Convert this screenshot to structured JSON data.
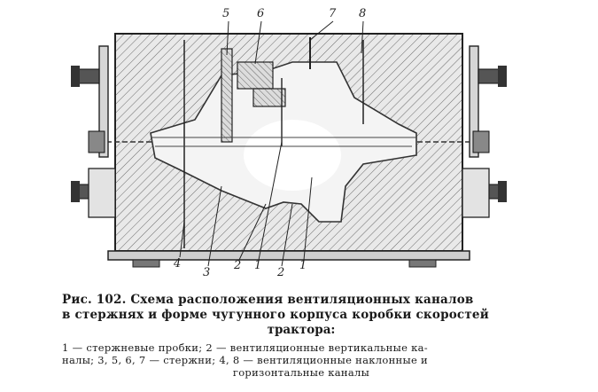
{
  "figure": {
    "callouts": {
      "n5": "5",
      "n6": "6",
      "n7": "7",
      "n8": "8",
      "n4": "4",
      "n3": "3",
      "n2a": "2",
      "n1a": "1",
      "n2b": "2",
      "n1b": "1"
    }
  },
  "caption": {
    "title_line1": "Рис. 102. Схема расположения вентиляционных каналов",
    "title_line2": "в стержнях и форме чугунного корпуса коробки скоростей",
    "title_line3": "трактора:",
    "legend_line1": "1 — стержневые пробки; 2 — вентиляционные вертикальные ка-",
    "legend_line2": "налы; 3, 5, 6, 7 — стержни; 4, 8 — вентиляционные наклонные и",
    "legend_line3": "горизонтальные каналы"
  }
}
